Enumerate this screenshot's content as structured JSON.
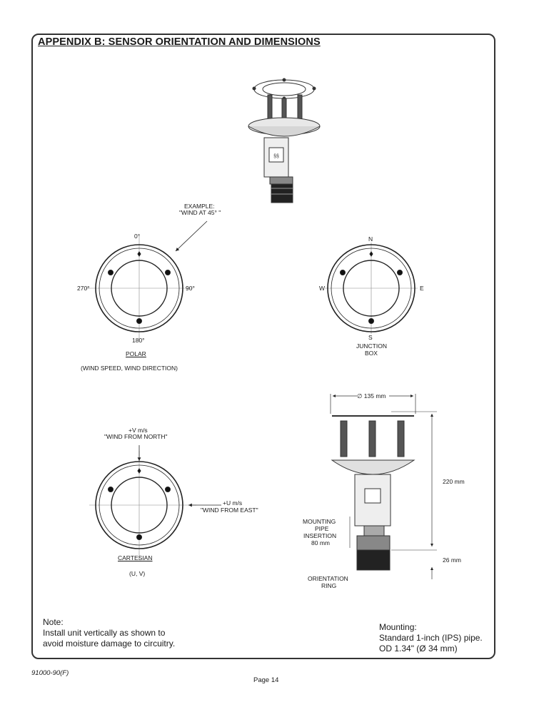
{
  "page": {
    "heading": "APPENDIX B:  SENSOR ORIENTATION AND DIMENSIONS",
    "doc_number": "91000-90(F)",
    "page_label": "Page 14"
  },
  "polar": {
    "example_line1": "EXAMPLE:",
    "example_line2": "\"WIND AT 45° \"",
    "north": "0°",
    "east": "90°",
    "south": "180°",
    "west": "270°",
    "title": "POLAR",
    "subtitle": "(WIND SPEED, WIND DIRECTION)"
  },
  "compass": {
    "north": "N",
    "east": "E",
    "south": "S",
    "west": "W",
    "junction_line1": "JUNCTION",
    "junction_line2": "BOX"
  },
  "cartesian": {
    "v_line1": "+V m/s",
    "v_line2": "\"WIND FROM NORTH\"",
    "u_line1": "+U m/s",
    "u_line2": "\"WIND FROM EAST\"",
    "title": "CARTESIAN",
    "subtitle": "(U, V)"
  },
  "dimensions": {
    "diameter": "135 mm",
    "height": "220 mm",
    "ring_height": "26 mm",
    "insertion_line1": "MOUNTING",
    "insertion_line2": "PIPE",
    "insertion_line3": "INSERTION",
    "insertion_line4": "80 mm",
    "ring_line1": "ORIENTATION",
    "ring_line2": "RING"
  },
  "notes": {
    "note_title": "Note:",
    "note_line1": "Install unit vertically as shown to",
    "note_line2": "avoid moisture damage to circuitry.",
    "mount_title": "Mounting:",
    "mount_line1": "Standard 1-inch (IPS) pipe.",
    "mount_line2": "OD 1.34\" (Ø 34 mm)"
  }
}
